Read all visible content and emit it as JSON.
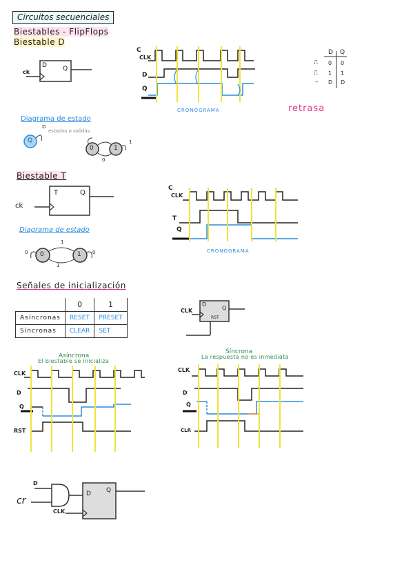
{
  "header": {
    "title": "Circuitos secuenciales"
  },
  "sections": {
    "flipflops": "Biestables - FlipFlops",
    "biestable_d": "Biestable D",
    "biestable_t": "Biestable T",
    "senales": "Señales de inicialización"
  },
  "labels": {
    "clk": "CLK",
    "ck": "ck",
    "c": "C",
    "d": "D",
    "q": "Q",
    "t": "T",
    "rst": "RST",
    "clr": "CLR",
    "cr": "cr",
    "cronograma": "CRONOGRAMA",
    "retrasa": "retrasa",
    "diagrama_estado": "Diagrama de estado",
    "estados_salidas": "estados o salidas",
    "state0": "0",
    "state1": "1",
    "one": "1",
    "zero": "0"
  },
  "truth_table_d": {
    "headers": [
      "D",
      "Q"
    ],
    "rows": [
      {
        "clk": "⎍",
        "d": "0",
        "q": "0"
      },
      {
        "clk": "⎍",
        "d": "1",
        "q": "1"
      },
      {
        "clk": "–",
        "d": "D",
        "q": "D"
      }
    ]
  },
  "init_table": {
    "cols": [
      "0",
      "1"
    ],
    "rows": [
      {
        "name": "Asíncronas",
        "v0": "RESET",
        "v1": "PRESET"
      },
      {
        "name": "Síncronas",
        "v0": "CLEAR",
        "v1": "SET"
      }
    ]
  },
  "async": {
    "title": "Asíncrona",
    "subtitle": "El biestable se inicializa"
  },
  "sync": {
    "title": "Síncrona",
    "subtitle": "La respuesta no es inmediata"
  },
  "colors": {
    "blue": "#2a8be0",
    "yellow": "#f2e23a",
    "pink": "#e0338a",
    "green": "#2b8a4e"
  }
}
